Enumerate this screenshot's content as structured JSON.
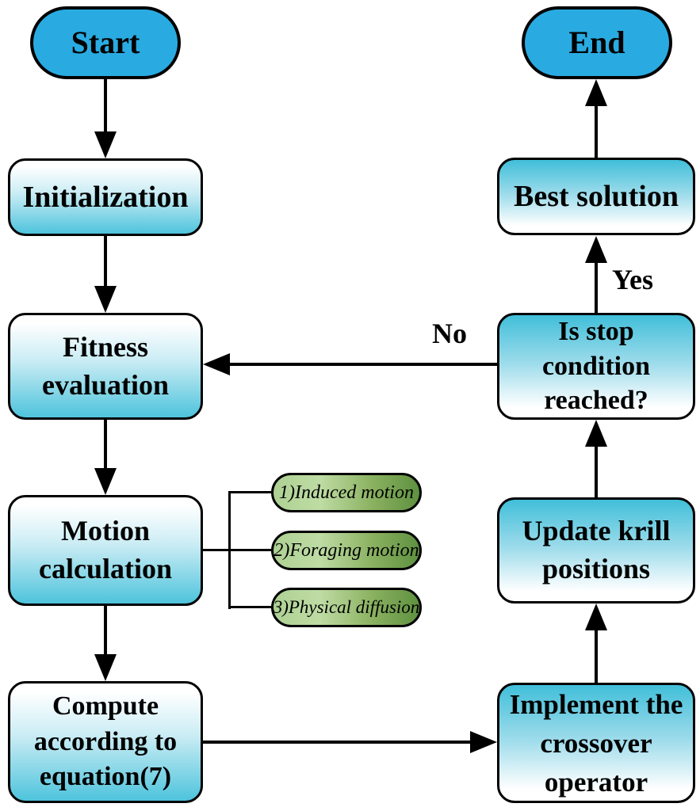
{
  "nodes": {
    "start": {
      "label": "Start"
    },
    "end": {
      "label": "End"
    },
    "initialization": {
      "label": "Initialization"
    },
    "fitness": {
      "label": "Fitness evaluation"
    },
    "motion": {
      "label": "Motion calculation"
    },
    "compute": {
      "label": "Compute according to equation(7)"
    },
    "implement": {
      "label": "Implement the crossover operator"
    },
    "update": {
      "label": "Update krill positions"
    },
    "stop": {
      "label": "Is stop condition reached?"
    },
    "best": {
      "label": "Best solution"
    }
  },
  "branches": [
    "1)Induced motion",
    "2)Foraging motion",
    "3)Physical diffusion"
  ],
  "edges": {
    "no_label": "No",
    "yes_label": "Yes"
  },
  "colors": {
    "terminal_fill": "#29abe2",
    "process_gradient_cyan": "#52c5dd",
    "process_gradient_white": "#ffffff",
    "branch_green_light": "#bedca4",
    "branch_green_dark": "#5e9140",
    "stroke": "#000000",
    "background": "#ffffff"
  }
}
